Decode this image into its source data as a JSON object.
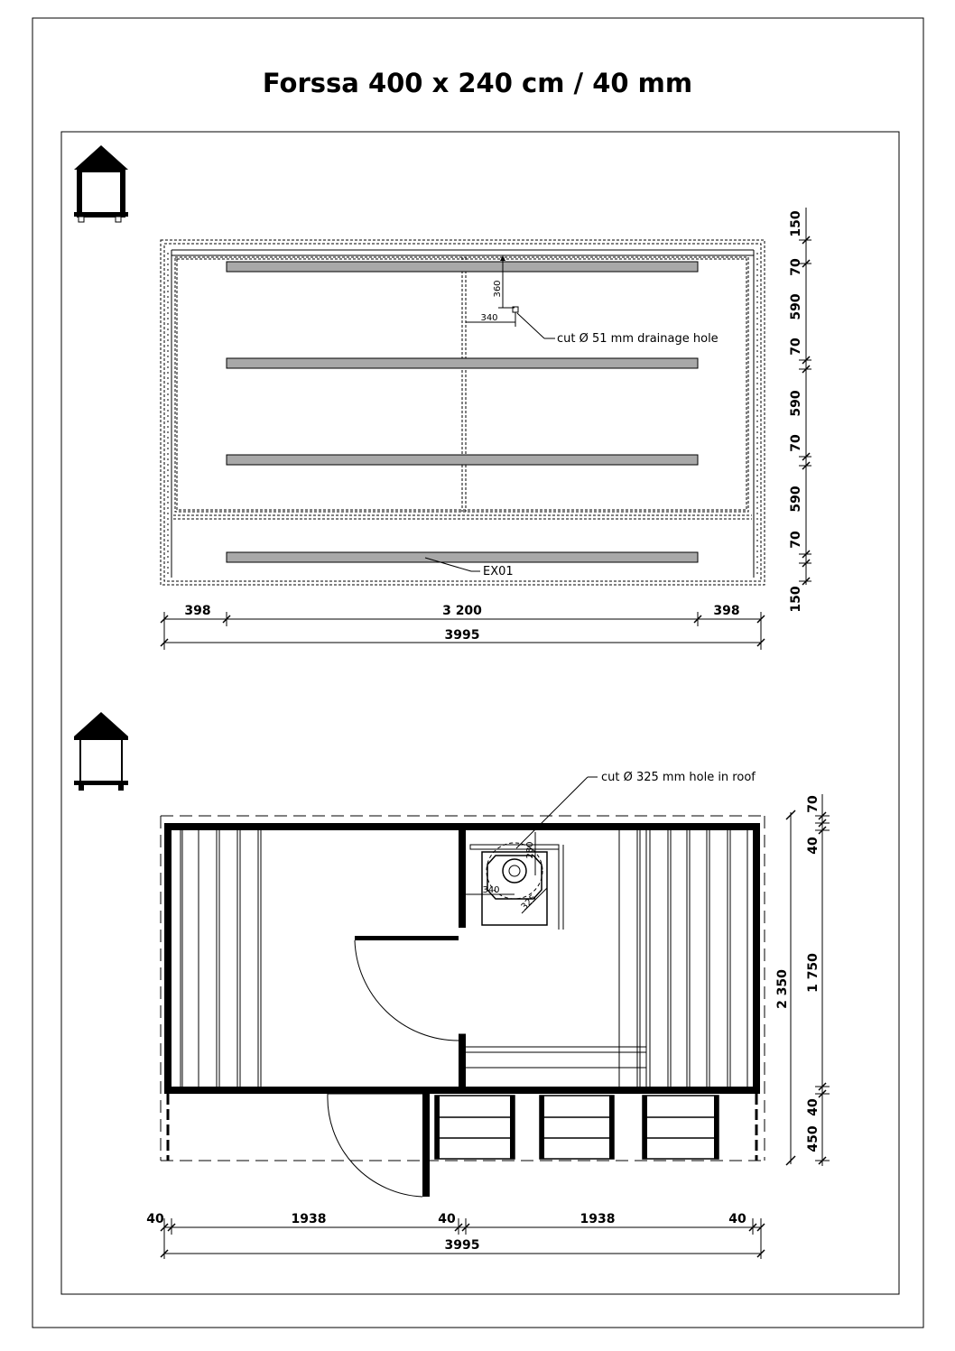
{
  "title": "Forssa 400 x 240 cm / 40 mm",
  "foundation_plan": {
    "annotation_drainage": "cut Ø 51 mm drainage hole",
    "annotation_beam": "EX01",
    "offset_y": "360",
    "offset_x": "340",
    "bottom_dims": [
      "398",
      "3 200",
      "398"
    ],
    "total_width": "3995",
    "side_dims": [
      "150",
      "70",
      "590",
      "70",
      "590",
      "70",
      "590",
      "70",
      "150"
    ]
  },
  "floor_plan": {
    "annotation_roof_hole": "cut Ø 325 mm hole in roof",
    "stove_dims": [
      "340",
      "325",
      "280"
    ],
    "bottom_dims": [
      "40",
      "1938",
      "40",
      "1938",
      "40"
    ],
    "total_width": "3995",
    "side_outer": "2 350",
    "side_inner": [
      "70",
      "40",
      "1 750",
      "40",
      "450"
    ]
  }
}
